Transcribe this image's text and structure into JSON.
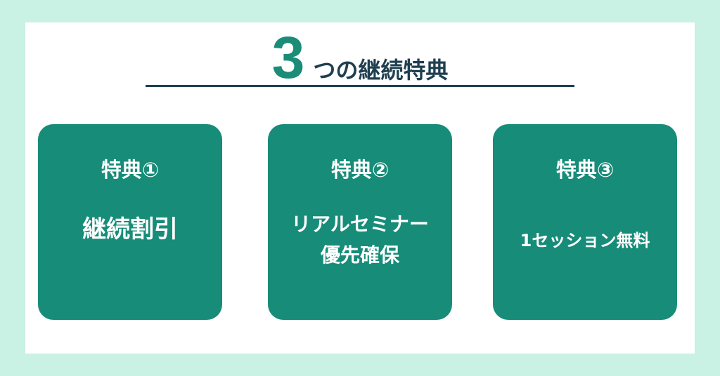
{
  "header": {
    "number": "3",
    "title": "つの継続特典"
  },
  "cards": [
    {
      "label": "特典①",
      "lines": [
        "継続割引"
      ]
    },
    {
      "label": "特典②",
      "lines": [
        "リアルセミナー",
        "優先確保"
      ]
    },
    {
      "label": "特典③",
      "lines": [
        "1セッション無料"
      ]
    }
  ],
  "colors": {
    "background": "#c9f1e4",
    "accent": "#178c79",
    "dark": "#1f3f50"
  }
}
